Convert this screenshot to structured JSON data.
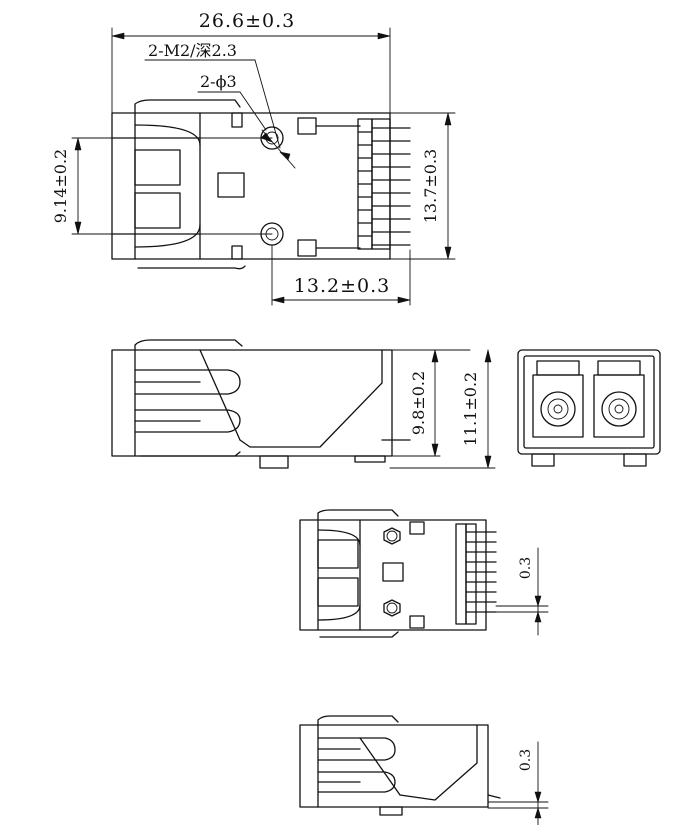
{
  "views": {
    "top": {
      "overall_length": "26.6±0.3",
      "thread_note": "2-M2/深2.3",
      "hole_note": "2-ϕ3",
      "hole_spacing": "9.14±0.2",
      "width": "13.7±0.3",
      "hole_to_end": "13.2±0.3"
    },
    "side": {
      "height_body": "9.8±0.2",
      "height_total": "11.1±0.2"
    },
    "top_variant": {
      "offset": "0.3"
    },
    "side_variant": {
      "offset": "0.3"
    }
  }
}
